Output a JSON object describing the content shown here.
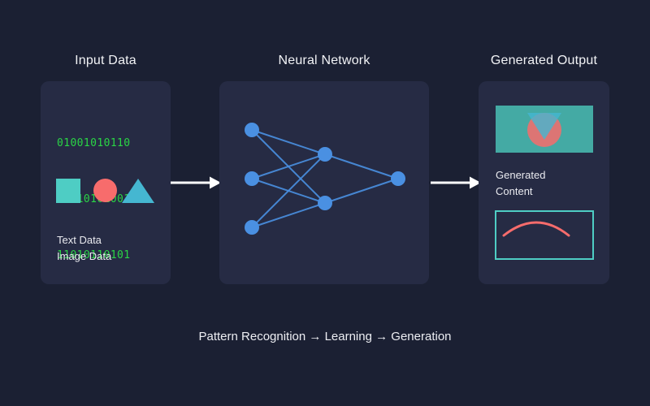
{
  "colors": {
    "bg": "#1b2033",
    "panel": "#262b44",
    "title-text": "#f2f3f6",
    "body-text": "#e9eaef",
    "green": "#2ad545",
    "blue": "#4a90e2",
    "teal": "#4ecdc4",
    "coral": "#f76c6c",
    "tri-blue": "#45b7d1",
    "out-teal": "#44aaa4",
    "arrow": "#ffffff"
  },
  "sections": {
    "input": {
      "title": "Input Data",
      "binary_lines": [
        "01001010110",
        "10110101001",
        "11010110101"
      ],
      "labels": [
        "Text Data",
        "Image Data"
      ]
    },
    "network": {
      "title": "Neural Network",
      "structure": {
        "input_nodes": 3,
        "hidden_nodes": 2,
        "output_nodes": 1
      }
    },
    "output": {
      "title": "Generated Output",
      "content_label_lines": [
        "Generated",
        "Content"
      ]
    }
  },
  "flow_caption": "Pattern Recognition → Learning → Generation"
}
